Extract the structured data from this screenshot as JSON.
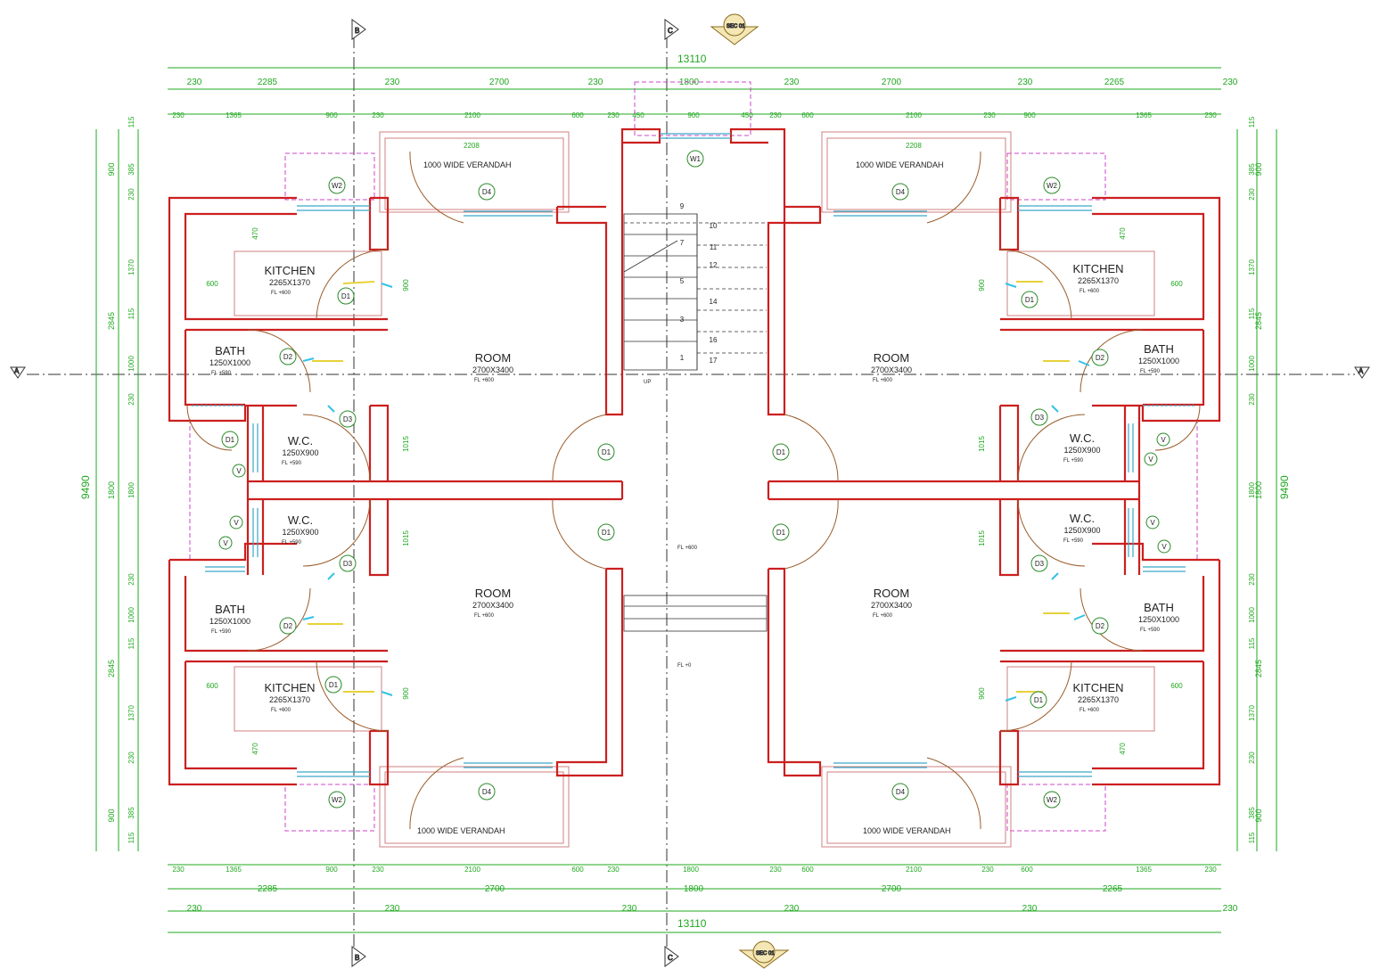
{
  "colors": {
    "wall": "#cc1f1f",
    "dimension": "#1fa81f",
    "axis": "#333333",
    "window_outline": "#cc44cc",
    "door_arc": "#9a5c2a",
    "fixture": "#33c2e6",
    "text": "#222222"
  },
  "overall_width": "13110",
  "overall_height": "9490",
  "top_dims": {
    "row1": [
      "230",
      "2285",
      "230",
      "2700",
      "230",
      "1800",
      "230",
      "2700",
      "230",
      "2265",
      "230"
    ],
    "row2": [
      "230",
      "1365",
      "900",
      "230",
      "2100",
      "600",
      "230",
      "450",
      "900",
      "450",
      "230",
      "600",
      "2100",
      "230",
      "900",
      "1365",
      "230"
    ]
  },
  "bottom_dims": {
    "row1": [
      "230",
      "1365",
      "900",
      "230",
      "2100",
      "600",
      "230",
      "1800",
      "230",
      "600",
      "2100",
      "230",
      "600",
      "1365",
      "230"
    ],
    "row2": [
      "2285",
      "2700",
      "1800",
      "2700",
      "2265"
    ],
    "row3": [
      "230",
      "230",
      "230",
      "230",
      "230",
      "230"
    ]
  },
  "left_dims": {
    "outer": [
      "900",
      "2845",
      "1800",
      "2845",
      "900"
    ],
    "inner": [
      "115",
      "385",
      "230",
      "1370",
      "115",
      "1000",
      "230",
      "1800",
      "230",
      "1000",
      "115",
      "1370",
      "230",
      "385",
      "115"
    ]
  },
  "right_dims": {
    "outer": [
      "900",
      "2845",
      "1800",
      "2845",
      "900"
    ],
    "inner": [
      "115",
      "385",
      "230",
      "1370",
      "115",
      "1000",
      "230",
      "1800",
      "230",
      "1000",
      "115",
      "1370",
      "230",
      "385",
      "115"
    ]
  },
  "rooms": {
    "kitchen_tl": {
      "name": "KITCHEN",
      "dim": "2265X1370",
      "lvl": "FL +600"
    },
    "kitchen_tr": {
      "name": "KITCHEN",
      "dim": "2265X1370",
      "lvl": "FL +600"
    },
    "kitchen_bl": {
      "name": "KITCHEN",
      "dim": "2265X1370",
      "lvl": "FL +600"
    },
    "kitchen_br": {
      "name": "KITCHEN",
      "dim": "2265X1370",
      "lvl": "FL +600"
    },
    "bath_tl": {
      "name": "BATH",
      "dim": "1250X1000",
      "lvl": "FL +590"
    },
    "bath_tr": {
      "name": "BATH",
      "dim": "1250X1000",
      "lvl": "FL +590"
    },
    "bath_bl": {
      "name": "BATH",
      "dim": "1250X1000",
      "lvl": "FL +590"
    },
    "bath_br": {
      "name": "BATH",
      "dim": "1250X1000",
      "lvl": "FL +590"
    },
    "wc_tl": {
      "name": "W.C.",
      "dim": "1250X900",
      "lvl": "FL +590"
    },
    "wc_tr": {
      "name": "W.C.",
      "dim": "1250X900",
      "lvl": "FL +590"
    },
    "wc_bl": {
      "name": "W.C.",
      "dim": "1250X900",
      "lvl": "FL +590"
    },
    "wc_br": {
      "name": "W.C.",
      "dim": "1250X900",
      "lvl": "FL +590"
    },
    "room_tl": {
      "name": "ROOM",
      "dim": "2700X3400",
      "lvl": "FL +600"
    },
    "room_tr": {
      "name": "ROOM",
      "dim": "2700X3400",
      "lvl": "FL +600"
    },
    "room_bl": {
      "name": "ROOM",
      "dim": "2700X3400",
      "lvl": "FL +600"
    },
    "room_br": {
      "name": "ROOM",
      "dim": "2700X3400",
      "lvl": "FL +600"
    }
  },
  "verandahs": {
    "top_left": "1000 WIDE VERANDAH",
    "top_right": "1000 WIDE VERANDAH",
    "bottom_left": "1000 WIDE VERANDAH",
    "bottom_right": "1000 WIDE VERANDAH",
    "top_left_dim": "2208",
    "top_right_dim": "2208"
  },
  "stair": {
    "steps_left": [
      "9",
      "7",
      "5",
      "3",
      "1"
    ],
    "steps_right": [
      "10",
      "11",
      "12",
      "14",
      "16",
      "17"
    ],
    "up_label": "UP"
  },
  "lobby_levels": {
    "upper": "FL +600",
    "lower": "FL +0"
  },
  "tags": {
    "door_main": "D1",
    "door_bath": "D2",
    "door_wc": "D3",
    "door_ent": "D4",
    "window_w1": "W1",
    "window_w2": "W2",
    "vent": "V"
  },
  "misc_dims": {
    "kitchen_counter": "600",
    "kitchen_depth": "470",
    "room_door": "900",
    "corridor": "1015",
    "stair_top": "900"
  },
  "axis_markers": {
    "left": "A",
    "right": "A",
    "top_left": "B",
    "top_mid": "C",
    "bottom_left": "B",
    "bottom_mid": "C"
  },
  "section_markers": {
    "top": "SEC 01",
    "bottom": "SEC 01"
  }
}
